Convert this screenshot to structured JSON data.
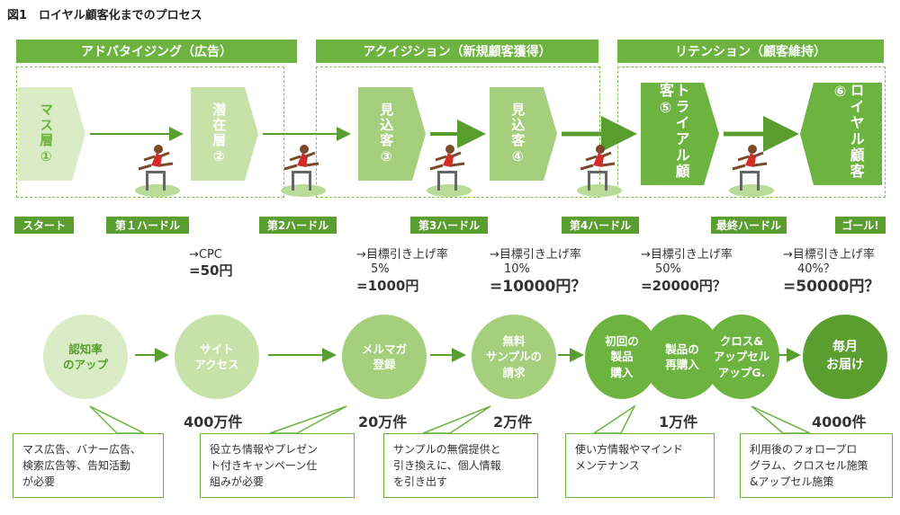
{
  "title": "図1　ロイヤル顧客化までのプロセス",
  "phases": [
    {
      "label": "アドバタイジング（広告）"
    },
    {
      "label": "アクイジション（新規顧客獲得）"
    },
    {
      "label": "リテンション（顧客維持）"
    }
  ],
  "stages": [
    {
      "label": "マス層①"
    },
    {
      "label": "潜在層②"
    },
    {
      "label": "見込客③"
    },
    {
      "label": "見込客④"
    },
    {
      "label": "トライアル顧客⑤"
    },
    {
      "label": "ロイヤル顧客⑥"
    }
  ],
  "hurdles": [
    "スタート",
    "第１ハードル",
    "第2ハードル",
    "第3ハードル",
    "第4ハードル",
    "最終ハードル",
    "ゴール!"
  ],
  "metrics": [
    {
      "line1": "→CPC",
      "line2": "",
      "value": "=50円"
    },
    {
      "line1": "→目標引き上げ率",
      "line2": "5%",
      "value": "=1000円"
    },
    {
      "line1": "→目標引き上げ率",
      "line2": "10%",
      "value": "=10000円？"
    },
    {
      "line1": "→目標引き上げ率",
      "line2": "50%",
      "value": "=20000円？"
    },
    {
      "line1": "→目標引き上げ率",
      "line2": "40%？",
      "value": "=50000円？"
    }
  ],
  "circles": [
    {
      "line1": "認知率",
      "line2": "のアップ",
      "line3": ""
    },
    {
      "line1": "サイト",
      "line2": "アクセス",
      "line3": ""
    },
    {
      "line1": "メルマガ",
      "line2": "登録",
      "line3": ""
    },
    {
      "line1": "無料",
      "line2": "サンプルの",
      "line3": "請求"
    },
    {
      "line1": "初回の",
      "line2": "製品",
      "line3": "購入"
    },
    {
      "line1": "製品の",
      "line2": "再購入",
      "line3": ""
    },
    {
      "line1": "クロス&",
      "line2": "アップセル",
      "line3": "アップG."
    },
    {
      "line1": "毎月",
      "line2": "お届け",
      "line3": ""
    }
  ],
  "counts": [
    "400万件",
    "20万件",
    "2万件",
    "1万件",
    "4000件"
  ],
  "notes": [
    {
      "l1": "マス広告、バナー広告、",
      "l2": "検索広告等、告知活動",
      "l3": "が必要"
    },
    {
      "l1": "役立ち情報やプレゼン",
      "l2": "ト付きキャンペーン仕",
      "l3": "組みが必要"
    },
    {
      "l1": "サンプルの無償提供と",
      "l2": "引き換えに、個人情報",
      "l3": "を引き出す"
    },
    {
      "l1": "使い方情報やマインド",
      "l2": "メンテナンス",
      "l3": ""
    },
    {
      "l1": "利用後のフォロープロ",
      "l2": "グラム、クロスセル施策",
      "l3": "&アップセル施策"
    }
  ],
  "colors": {
    "green_dark": "#5a9e2f",
    "green": "#6db33f",
    "green_mid": "#a5cf7c",
    "green_light": "#c6e2a8",
    "green_pale": "#d9ecc5"
  }
}
